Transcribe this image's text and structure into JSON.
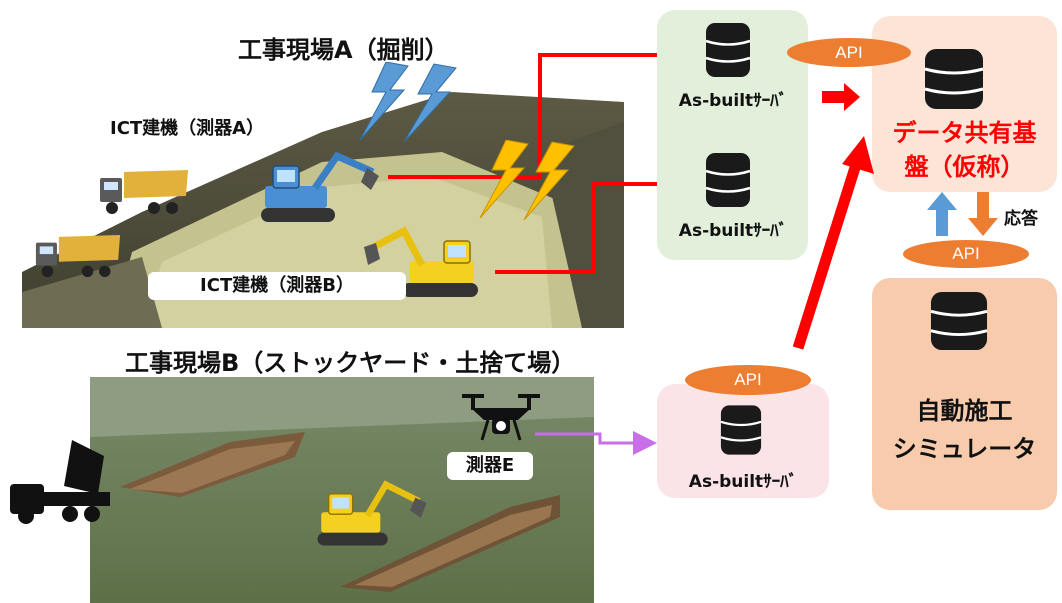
{
  "site_a": {
    "title": "工事現場A（掘削）",
    "machine_a_label": "ICT建機（測器A）",
    "machine_b_label": "ICT建機（測器B）"
  },
  "site_b": {
    "title": "工事現場B（ストックヤード・土捨て場）",
    "drone_label": "測器E"
  },
  "servers": {
    "server_1_label": "As-builtｻｰﾊﾞ",
    "server_2_label": "As-builtｻｰﾊﾞ",
    "server_3_label": "As-builtｻｰﾊﾞ",
    "server_3_api": "API"
  },
  "platform": {
    "api_label": "API",
    "title_line1": "データ共有基",
    "title_line2": "盤（仮称）"
  },
  "simulator": {
    "api_label": "API",
    "response_label": "応答",
    "title_line1": "自動施工",
    "title_line2": "シミュレータ"
  },
  "colors": {
    "server_panel_green": "#e2efda",
    "server_panel_pink": "#fbe4e8",
    "platform_panel": "#fce4d6",
    "simulator_panel": "#f8cbad",
    "api_orange": "#ed7d31",
    "data_arrow_red": "#ff0000",
    "drone_link_purple": "#c86ee6",
    "request_arrow_blue": "#5b9bd5",
    "response_arrow_orange": "#ed7d31",
    "wireless_blue": "#5b9bd5",
    "wireless_yellow": "#ffc000"
  },
  "icons": [
    "database-icon",
    "lightning-icon",
    "excavator-icon",
    "dump-truck-icon",
    "drone-icon"
  ]
}
